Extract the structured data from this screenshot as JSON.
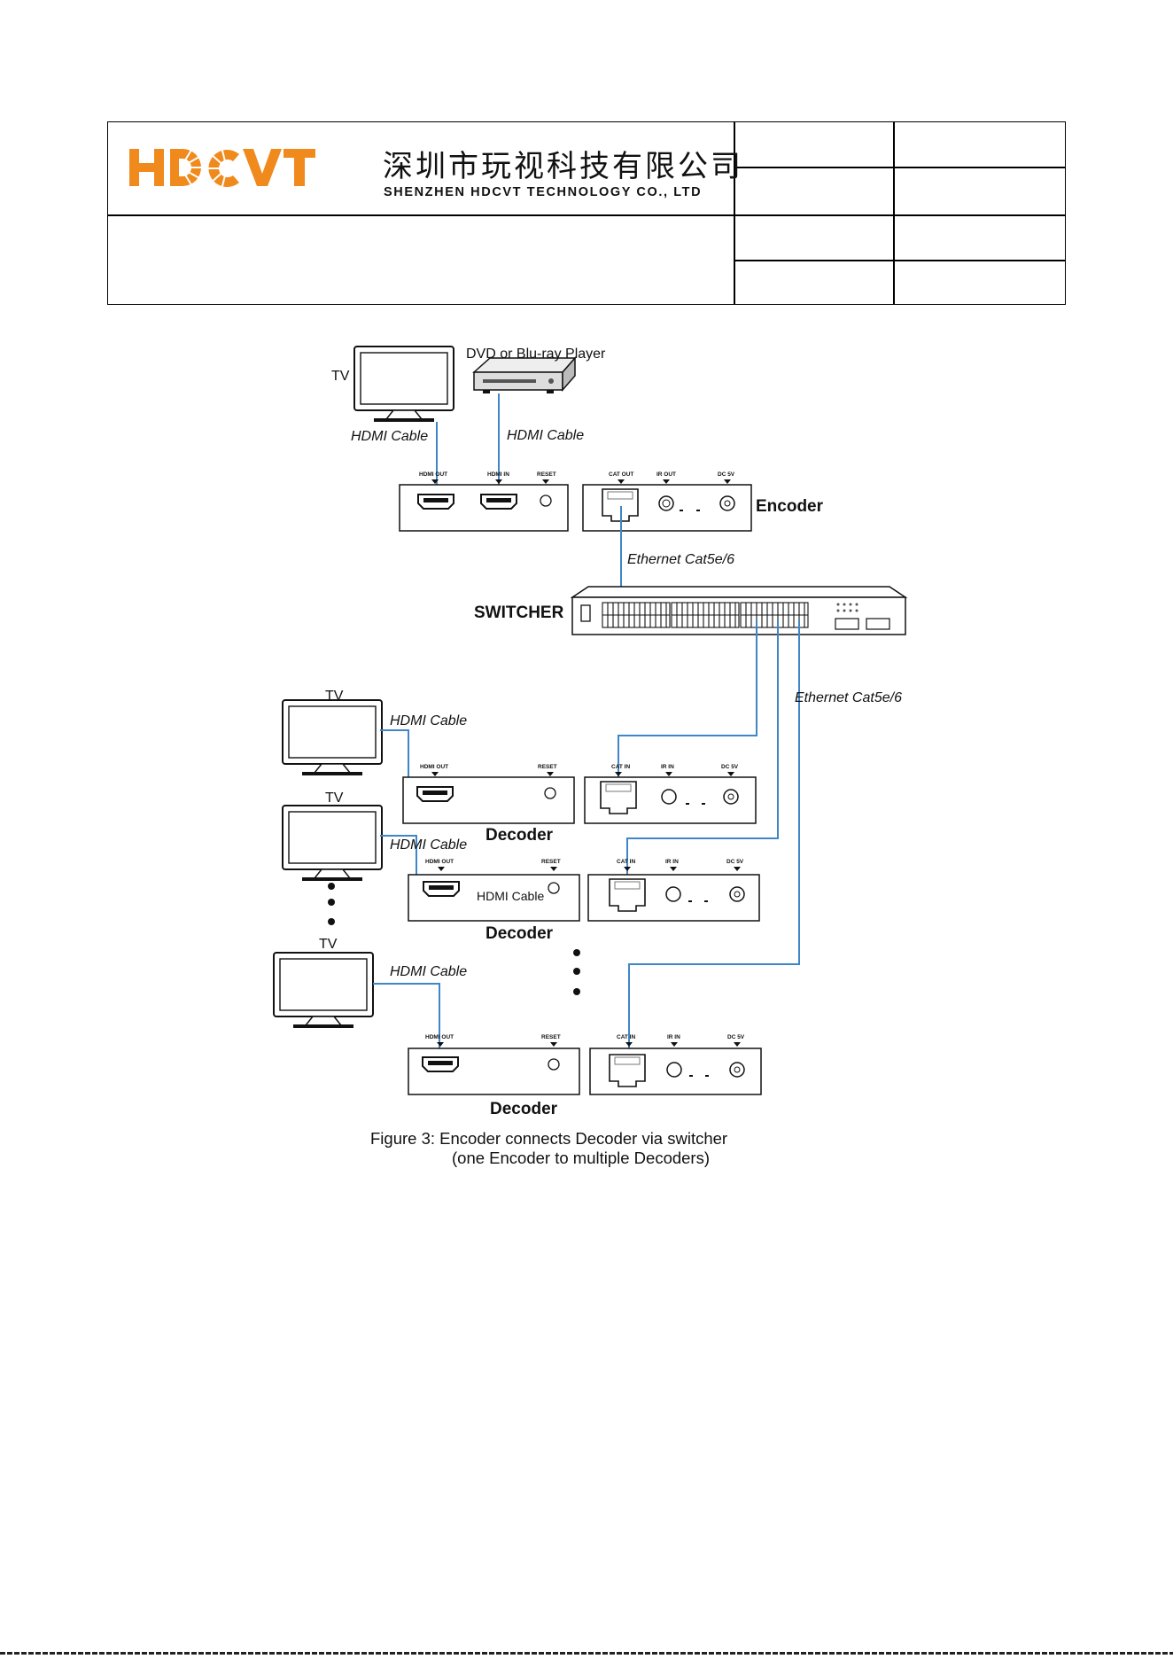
{
  "header": {
    "logo_text": "HDCVT",
    "company_cn": "深圳市玩视科技有限公司",
    "company_en": "SHENZHEN HDCVT TECHNOLOGY CO., LTD"
  },
  "brand_colors": {
    "logo": "#f08a1c",
    "cable": "#3f86c8"
  },
  "diagram": {
    "tv_top_label": "TV",
    "dvd_label": "DVD or Blu-ray Player",
    "hdmi_cable_left": "HDMI Cable",
    "hdmi_cable_right": "HDMI Cable",
    "encoder_ports": {
      "hdmi_out": "HDMI OUT",
      "hdmi_in": "HDMI IN",
      "reset": "RESET",
      "cat_out": "CAT OUT",
      "ir_out": "IR OUT",
      "dc": "DC 5V"
    },
    "encoder_label": "Encoder",
    "ethernet_top": "Ethernet Cat5e/6",
    "switcher_label": "SWITCHER",
    "ethernet_right": "Ethernet Cat5e/6",
    "decoder_ports": {
      "hdmi_out": "HDMI OUT",
      "reset": "RESET",
      "cat_in": "CAT IN",
      "ir_in": "IR IN",
      "dc": "DC 5V"
    },
    "decoders": [
      {
        "tv_label": "TV",
        "cable_label": "HDMI Cable",
        "label": "Decoder"
      },
      {
        "tv_label": "TV",
        "cable_label": "HDMI Cable",
        "inner_label": "HDMI Cable",
        "label": "Decoder"
      },
      {
        "tv_label": "TV",
        "cable_label": "HDMI Cable",
        "label": "Decoder"
      }
    ]
  },
  "caption": {
    "line1": "Figure 3: Encoder connects Decoder via switcher",
    "line2": "(one Encoder to multiple Decoders)"
  }
}
